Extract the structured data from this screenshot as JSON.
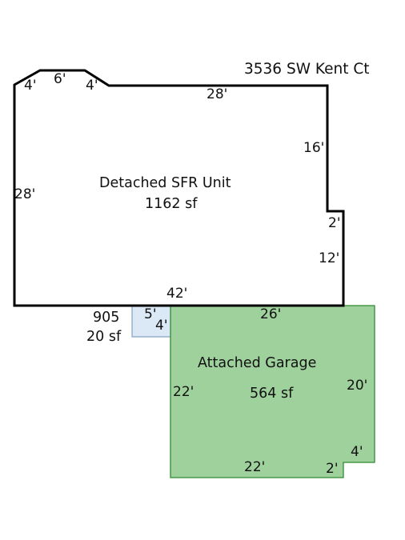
{
  "address": "3536 SW Kent Ct",
  "colors": {
    "house_outline": "#000000",
    "garage_fill": "#9fd19d",
    "garage_outline": "#2e8b32",
    "small_area_fill": "#dbe8f6",
    "small_area_outline": "#6f8fb5"
  },
  "areas": {
    "house": {
      "name": "Detached SFR Unit",
      "size": "1162 sf",
      "dimensions": {
        "top_left_angle": "4'",
        "top_short": "6'",
        "top_right_angle": "4'",
        "top": "28'",
        "right_upper": "16'",
        "right_jog": "2'",
        "right_lower": "12'",
        "bottom": "42'",
        "left": "28'"
      }
    },
    "small_area": {
      "name": "905",
      "size": "20 sf",
      "dimensions": {
        "top": "5'",
        "right": "4'"
      }
    },
    "garage": {
      "name": "Attached Garage",
      "size": "564 sf",
      "dimensions": {
        "top": "26'",
        "left": "22'",
        "right": "20'",
        "bottom_jog_vertical": "4'",
        "bottom_jog_horizontal": "2'",
        "bottom": "22'"
      }
    }
  }
}
